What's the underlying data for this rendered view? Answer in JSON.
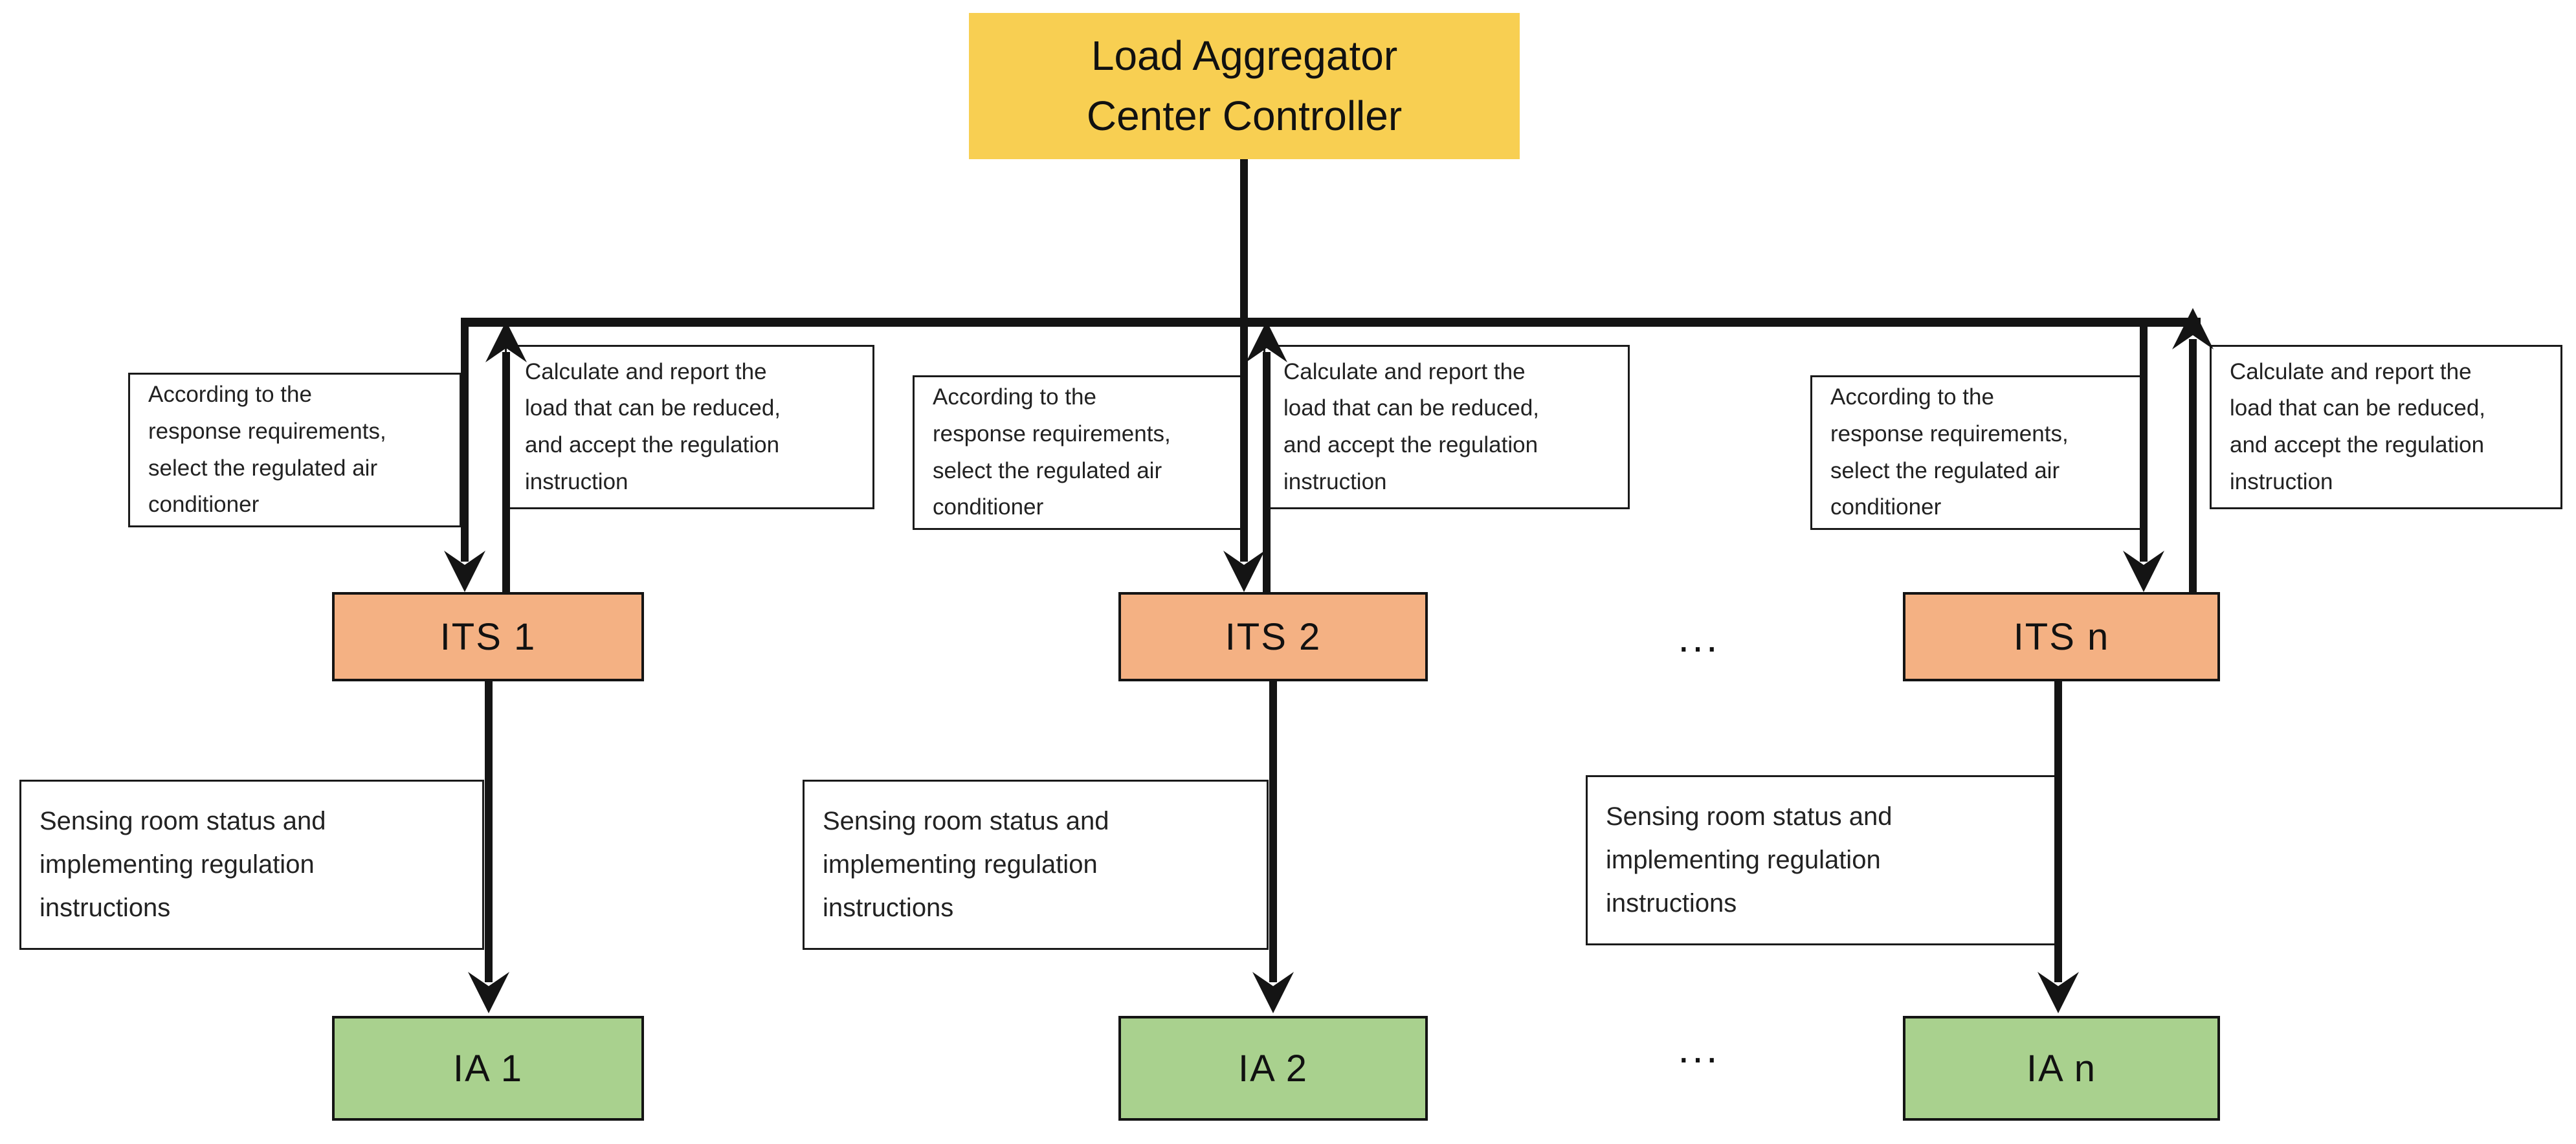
{
  "controller": {
    "label": "Load Aggregator\nCenter Controller",
    "fill": "#F8CF52"
  },
  "colors": {
    "its_fill": "#F4B183",
    "ia_fill": "#A9D18E",
    "line": "#141414",
    "note_border": "#1a1a1a",
    "note_background": "#ffffff",
    "text": "#1a1a1a"
  },
  "groups": [
    {
      "its_label": "ITS 1",
      "ia_label": "IA 1",
      "according": "According to the\nresponse requirements,\nselect the regulated air\nconditioner",
      "calculate": "Calculate and report the\nload that can be reduced,\nand accept the regulation\ninstruction",
      "sensing": "Sensing room status and\nimplementing regulation\ninstructions"
    },
    {
      "its_label": "ITS 2",
      "ia_label": "IA 2",
      "according": "According to the\nresponse requirements,\nselect the regulated air\nconditioner",
      "calculate": "Calculate and report the\nload that can be reduced,\nand accept the regulation\ninstruction",
      "sensing": "Sensing room status and\nimplementing regulation\ninstructions"
    },
    {
      "its_label": "ITS n",
      "ia_label": "IA n",
      "according": "According to the\nresponse requirements,\nselect the regulated air\nconditioner",
      "calculate": "Calculate and report the\nload that can be reduced,\nand accept the regulation\ninstruction",
      "sensing": "Sensing room status and\nimplementing regulation\ninstructions"
    }
  ],
  "ellipsis": {
    "top": "...",
    "bottom": "..."
  }
}
